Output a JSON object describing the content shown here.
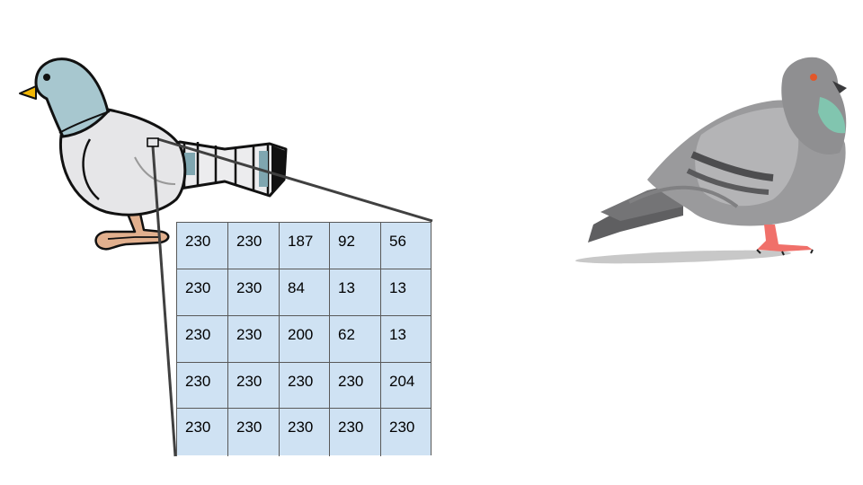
{
  "pixel_grid": {
    "rows": [
      [
        "230",
        "230",
        "187",
        "92",
        "56"
      ],
      [
        "230",
        "230",
        "84",
        "13",
        "13"
      ],
      [
        "230",
        "230",
        "200",
        "62",
        "13"
      ],
      [
        "230",
        "230",
        "230",
        "230",
        "204"
      ],
      [
        "230",
        "230",
        "230",
        "230",
        "230"
      ]
    ]
  },
  "colors": {
    "grid_fill": "#cfe2f3",
    "grid_line": "#595959",
    "cartoon_head": "#a7c7cf",
    "cartoon_body": "#e6e6e8",
    "cartoon_feet": "#e2b08e",
    "cartoon_beak": "#f2b705",
    "photo_body": "#9a9a9c",
    "photo_neck": "#7fcfb4",
    "photo_feet": "#f0706a"
  }
}
